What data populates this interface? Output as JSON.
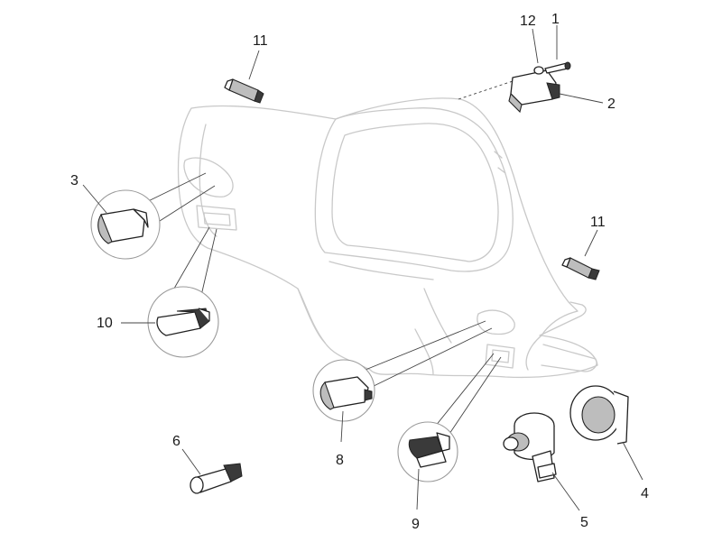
{
  "callouts": [
    {
      "id": "c1",
      "label": "1"
    },
    {
      "id": "c2",
      "label": "2"
    },
    {
      "id": "c3",
      "label": "3"
    },
    {
      "id": "c4",
      "label": "4"
    },
    {
      "id": "c5",
      "label": "5"
    },
    {
      "id": "c6",
      "label": "6"
    },
    {
      "id": "c8",
      "label": "8"
    },
    {
      "id": "c9",
      "label": "9"
    },
    {
      "id": "c10",
      "label": "10"
    },
    {
      "id": "c11a",
      "label": "11"
    },
    {
      "id": "c11b",
      "label": "11"
    },
    {
      "id": "c12",
      "label": "12"
    }
  ]
}
